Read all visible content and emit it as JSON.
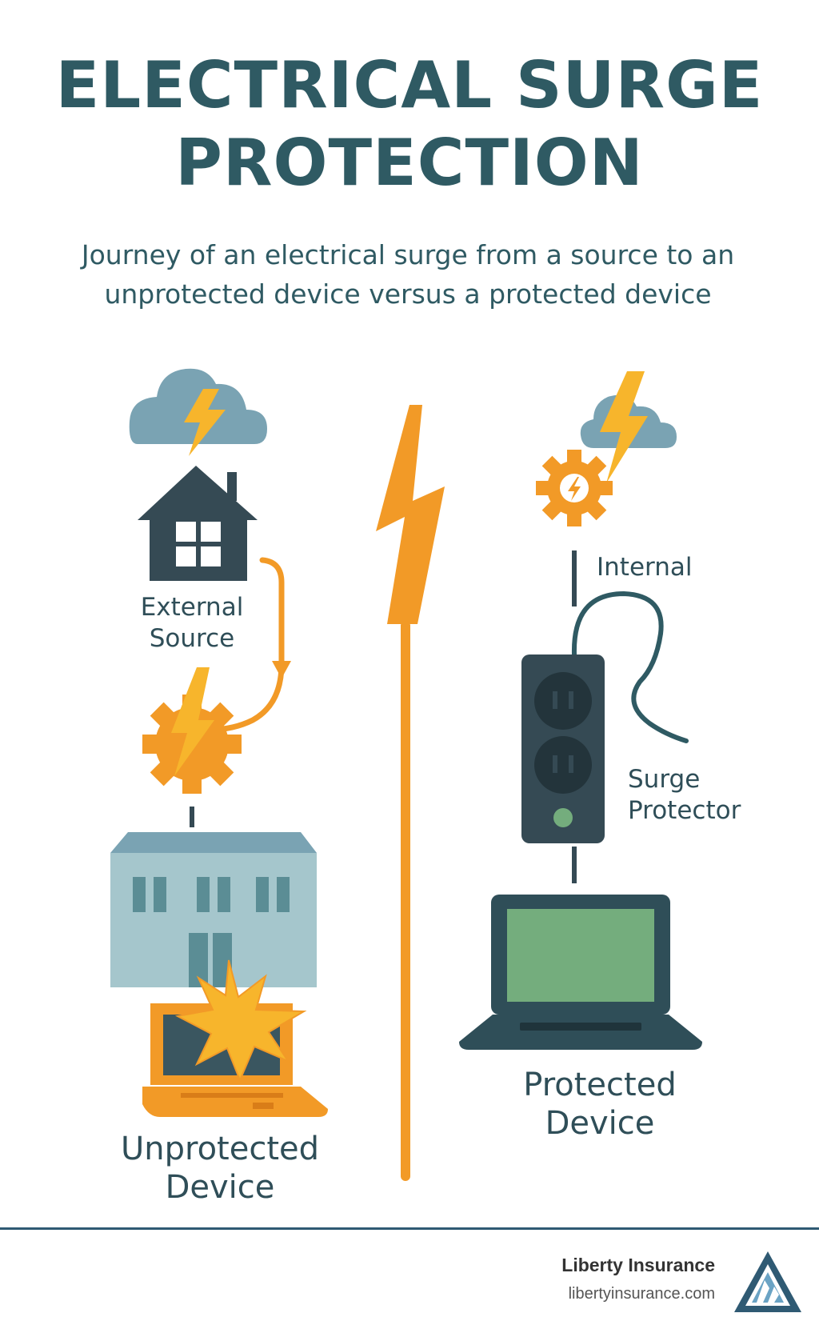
{
  "header": {
    "title_line1": "ELECTRICAL SURGE",
    "title_line2": "PROTECTION",
    "subtitle": "Journey of an electrical surge from a source to an unprotected device versus a protected device"
  },
  "left_panel": {
    "source_line1": "External",
    "source_line2": "Source",
    "device_line1": "Unprotected",
    "device_line2": "Device"
  },
  "right_panel": {
    "source_label": "Internal",
    "protector_line1": "Surge",
    "protector_line2": "Protector",
    "device_line1": "Protected",
    "device_line2": "Device"
  },
  "footer": {
    "brand_name": "Liberty Insurance",
    "brand_url": "libertyinsurance.com"
  },
  "icons": [
    "storm-cloud-icon",
    "house-icon",
    "gear-bolt-icon",
    "building-icon",
    "broken-laptop-icon",
    "center-lightning-icon",
    "power-strip-icon",
    "laptop-icon",
    "liberty-logo-icon"
  ],
  "colors": {
    "heading": "#2f5a63",
    "accent_orange": "#f29a27",
    "cloud": "#7aa3b3",
    "dark_slate": "#354a54",
    "building": "#a5c6cc",
    "screen_green": "#74ad7d"
  }
}
